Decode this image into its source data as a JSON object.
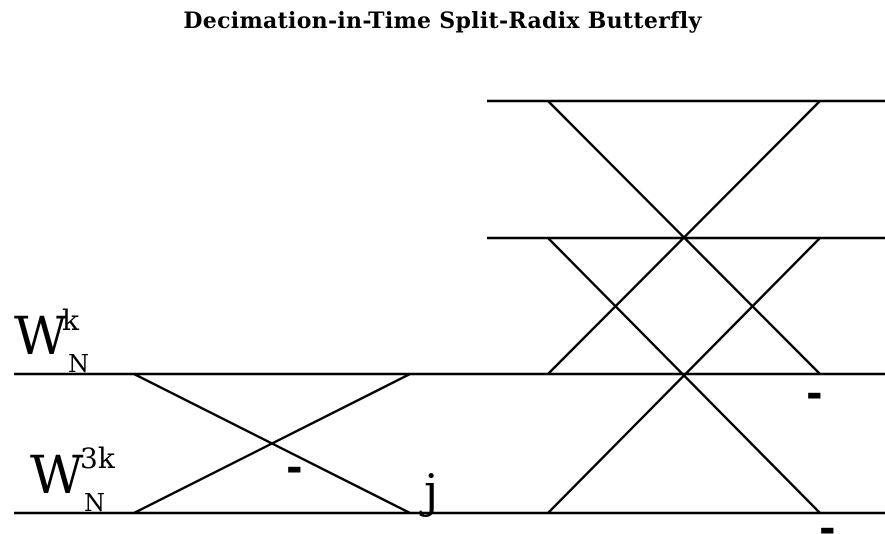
{
  "title": "Decimation-in-Time Split-Radix Butterfly",
  "labels": {
    "w_top": {
      "base": "W",
      "sup": "k",
      "sub": "N"
    },
    "w_bottom": {
      "base": "W",
      "sup": "3k",
      "sub": "N"
    },
    "minus_left": "-",
    "j_label": "j",
    "minus_right_mid": "-",
    "minus_right_bottom": "-"
  }
}
